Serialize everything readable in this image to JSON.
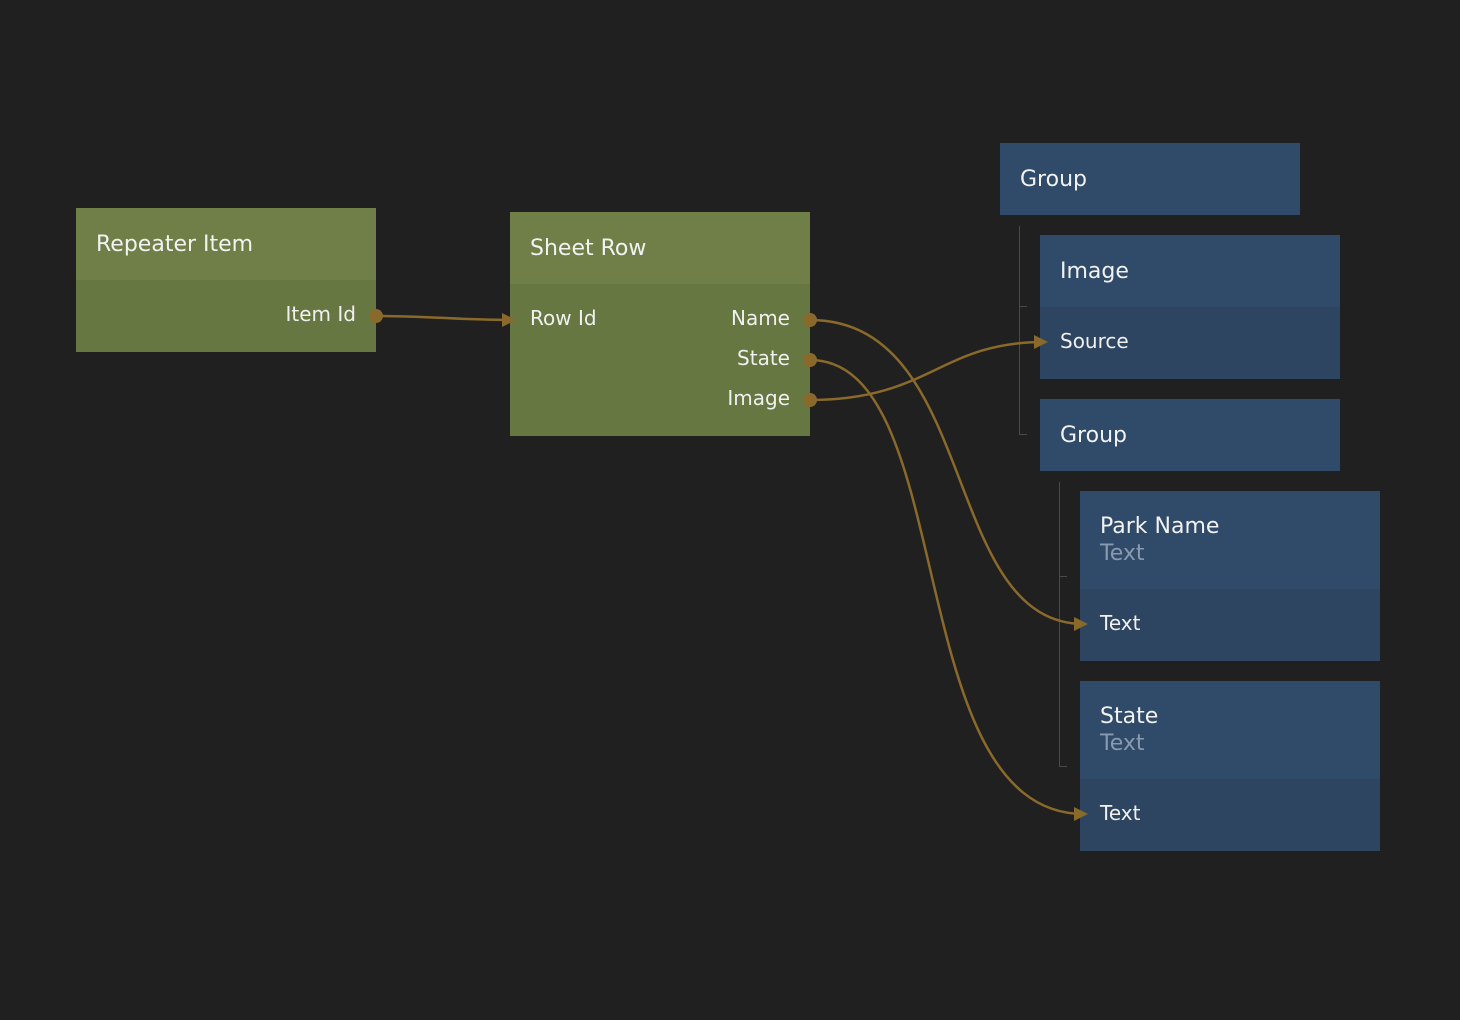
{
  "nodes": {
    "repeater_item": {
      "title": "Repeater Item",
      "outputs": [
        "Item Id"
      ]
    },
    "sheet_row": {
      "title": "Sheet Row",
      "inputs": [
        "Row Id"
      ],
      "outputs": [
        "Name",
        "State",
        "Image"
      ]
    },
    "group_root": {
      "title": "Group"
    },
    "image": {
      "title": "Image",
      "inputs": [
        "Source"
      ]
    },
    "group_child": {
      "title": "Group"
    },
    "park_name": {
      "title": "Park Name",
      "subtitle": "Text",
      "inputs": [
        "Text"
      ]
    },
    "state": {
      "title": "State",
      "subtitle": "Text",
      "inputs": [
        "Text"
      ]
    }
  },
  "colors": {
    "background": "#202020",
    "logic_node": "#6f7f47",
    "visual_node": "#304a69",
    "wire": "#8a6a2a"
  }
}
